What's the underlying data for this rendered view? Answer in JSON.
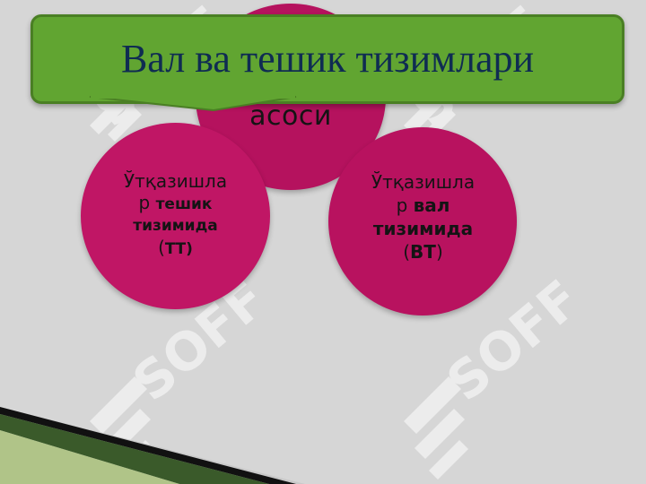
{
  "title": "Вал ва тешик тизимлари",
  "circles": {
    "top": {
      "text": "асоси"
    },
    "left": {
      "line1": "Ўтқазишла",
      "line2_prefix": "р ",
      "line2_bold": "тешик",
      "line3_bold": "тизимида",
      "line4_open": "(",
      "line4_bold": "ТТ)"
    },
    "right": {
      "line1": "Ўтқазишла",
      "line2_prefix": "р ",
      "line2_bold": "вал",
      "line3_bold": "тизимида",
      "line4_open": "(",
      "line4_bold": "ВТ",
      "line4_close": ")"
    }
  },
  "watermark": {
    "text": "SOFF",
    "color": "#ffffff"
  },
  "colors": {
    "title_bg": "#61a531",
    "title_text": "#0f2c52",
    "circle": "#b5125e",
    "background": "#d6d6d6"
  }
}
